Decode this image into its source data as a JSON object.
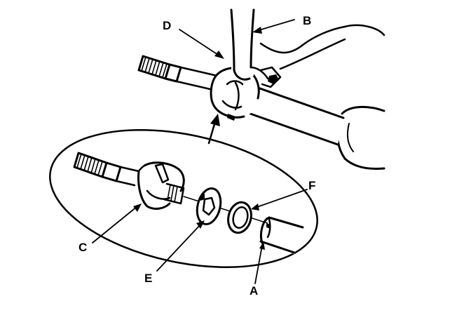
{
  "diagram": {
    "labels": {
      "A": "A",
      "B": "B",
      "C": "C",
      "D": "D",
      "E": "E",
      "F": "F"
    },
    "colors": {
      "ink": "#000000",
      "paper": "#ffffff"
    }
  }
}
